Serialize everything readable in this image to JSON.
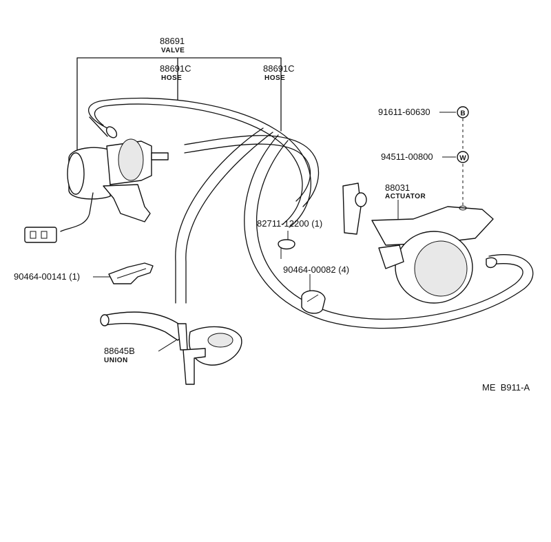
{
  "callouts": {
    "valve_number": "88691",
    "valve_name": "VALVE",
    "hose_left_number": "88691C",
    "hose_left_name": "HOSE",
    "hose_right_number": "88691C",
    "hose_right_name": "HOSE",
    "bolt": "91611-60630",
    "bolt_symbol": "B",
    "washer": "94511-00800",
    "washer_symbol": "W",
    "actuator_number": "88031",
    "actuator_name": "ACTUATOR",
    "clip_left": "90464-00141 (1)",
    "clip_mid": "82711-12200 (1)",
    "clamp_mid": "90464-00082 (4)",
    "union_number": "88645B",
    "union_name": "UNION"
  },
  "diagram_code": "ME  B911-A"
}
